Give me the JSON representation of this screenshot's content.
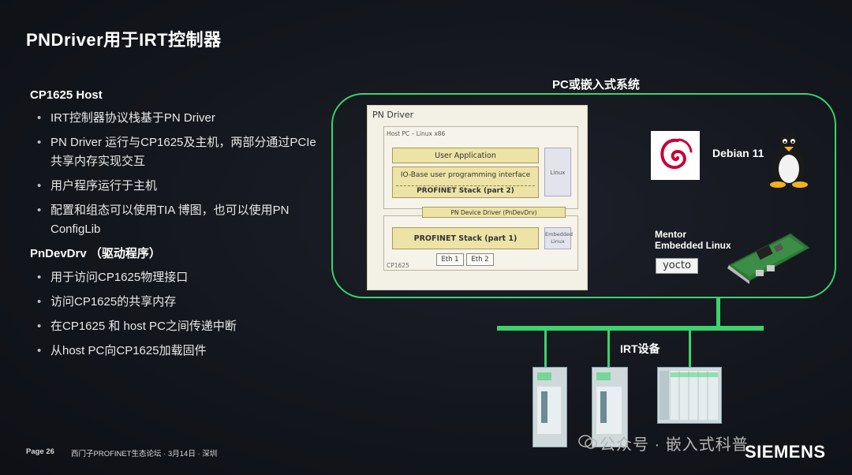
{
  "slide": {
    "title": "PNDriver用于IRT控制器"
  },
  "left": {
    "section1_title": "CP1625 Host",
    "section1_bullets": [
      "IRT控制器协议栈基于PN Driver",
      "PN Driver 运行与CP1625及主机，两部分通过PCIe共享内存实现交互",
      "用户程序运行于主机",
      "配置和组态可以使用TIA 博图，也可以使用PN ConfigLib"
    ],
    "section2_title": "PnDevDrv （驱动程序）",
    "section2_bullets": [
      "用于访问CP1625物理接口",
      "访问CP1625的共享内存",
      "在CP1625 和 host PC之间传递中断",
      "从host PC向CP1625加载固件"
    ]
  },
  "diagram": {
    "system_title": "PC或嵌入式系统",
    "pn_driver_title": "PN Driver",
    "host_label": "Host PC – Linux x86",
    "user_application": "User Application",
    "io_base": "IO-Base user programming interface",
    "profinet_part2": "PROFINET Stack (part 2)",
    "linux_box": "Linux",
    "pn_device_driver": "PN Device Driver (PnDevDrv)",
    "profinet_part1": "PROFINET Stack (part 1)",
    "embedded_linux_box": "Embedded Linux",
    "eth1": "Eth 1",
    "eth2": "Eth 2",
    "cp_label": "CP1625",
    "debian_label": "Debian 11",
    "mentor_label_line1": "Mentor",
    "mentor_label_line2": "Embedded Linux",
    "yocto_label": "yocto",
    "irt_devices_label": "IRT设备",
    "icons": [
      "debian-logo",
      "tux-penguin",
      "pcie-card",
      "io-device"
    ],
    "colors": {
      "frame": "#3ad46a",
      "bus": "#3ad46a",
      "stack_yellow": "#ede3a6"
    }
  },
  "footer": {
    "page": "Page 26",
    "event": "西门子PROFINET生态论坛 · 3月14日 · 深圳",
    "watermark": "公众号 · 嵌入式科普",
    "brand": "SIEMENS"
  }
}
